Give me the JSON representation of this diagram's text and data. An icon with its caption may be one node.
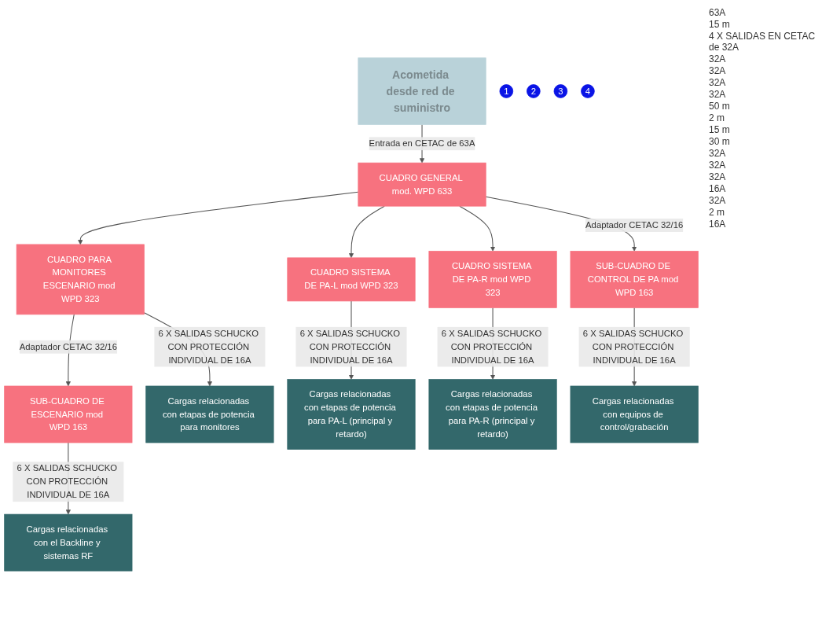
{
  "diagram": {
    "nodes": [
      {
        "text": [
          "Acometida desde red de suministro"
        ]
      },
      {
        "text": [
          "CUADRO GENERAL mod. WPD 633"
        ]
      },
      {
        "text": [
          "CUADRO PARA MONITORES ESCENARIO mod WPD 323"
        ]
      },
      {
        "text": [
          "CUADRO SISTEMA DE PA-L mod WPD 323"
        ]
      },
      {
        "text": [
          "CUADRO SISTEMA DE PA-R mod WPD 323"
        ]
      },
      {
        "text": [
          "SUB-CUADRO DE CONTROL DE PA mod WPD 163"
        ]
      },
      {
        "text": [
          "SUB-CUADRO DE ESCENARIO mod WPD 163"
        ]
      },
      {
        "text": [
          "Cargas relacionadas con etapas de potencia para monitores"
        ]
      },
      {
        "text": [
          "Cargas relacionadas con el Backline y sistemas RF"
        ]
      },
      {
        "text": [
          "Cargas relacionadas con etapas de potencia para PA-L (principal y retardo)"
        ]
      },
      {
        "text": [
          "Cargas relacionadas con etapas de potencia para PA-R (principal y retardo)"
        ]
      },
      {
        "text": [
          "Cargas relacionadas con equipos de control/grabación"
        ]
      },
      {
        "text": [
          "1"
        ]
      },
      {
        "text": [
          "2"
        ]
      },
      {
        "text": [
          "3"
        ]
      },
      {
        "text": [
          "4"
        ]
      }
    ],
    "edges": [
      {
        "from": 0,
        "to": 1,
        "arrow": "to",
        "label": "Entrada en CETAC de 63A"
      },
      {
        "from": 1,
        "to": 2,
        "arrow": "to"
      },
      {
        "from": 1,
        "to": 3,
        "arrow": "to"
      },
      {
        "from": 1,
        "to": 4,
        "arrow": "to"
      },
      {
        "from": 1,
        "to": 5,
        "arrow": "to",
        "label": "Adaptador CETAC 32/16"
      },
      {
        "from": 2,
        "to": 7,
        "arrow": "to",
        "label": "6 X SALIDAS SCHUCKO CON PROTECCIÓN INDIVIDUAL DE 16A"
      },
      {
        "from": 2,
        "to": 6,
        "arrow": "to",
        "label": "Adaptador CETAC 32/16"
      },
      {
        "from": 6,
        "to": 8,
        "arrow": "to",
        "label": "6 X SALIDAS SCHUCKO CON PROTECCIÓN INDIVIDUAL DE 16A"
      },
      {
        "from": 3,
        "to": 9,
        "arrow": "to",
        "label": "6 X SALIDAS SCHUCKO CON PROTECCIÓN INDIVIDUAL DE 16A"
      },
      {
        "from": 4,
        "to": 10,
        "arrow": "to",
        "label": "6 X SALIDAS SCHUCKO CON PROTECCIÓN INDIVIDUAL DE 16A"
      },
      {
        "from": 5,
        "to": 11,
        "arrow": "to",
        "label": "6 X SALIDAS SCHUCKO CON PROTECCIÓN INDIVIDUAL DE 16A"
      }
    ],
    "labels": [
      "63A",
      "15 m",
      "4 X SALIDAS EN CETAC de 32A",
      "32A",
      "32A",
      "32A",
      "32A",
      "50 m",
      "2 m",
      "15 m",
      "30 m",
      "32A",
      "32A",
      "32A",
      "16A",
      "32A",
      "2 m",
      "16A"
    ]
  }
}
